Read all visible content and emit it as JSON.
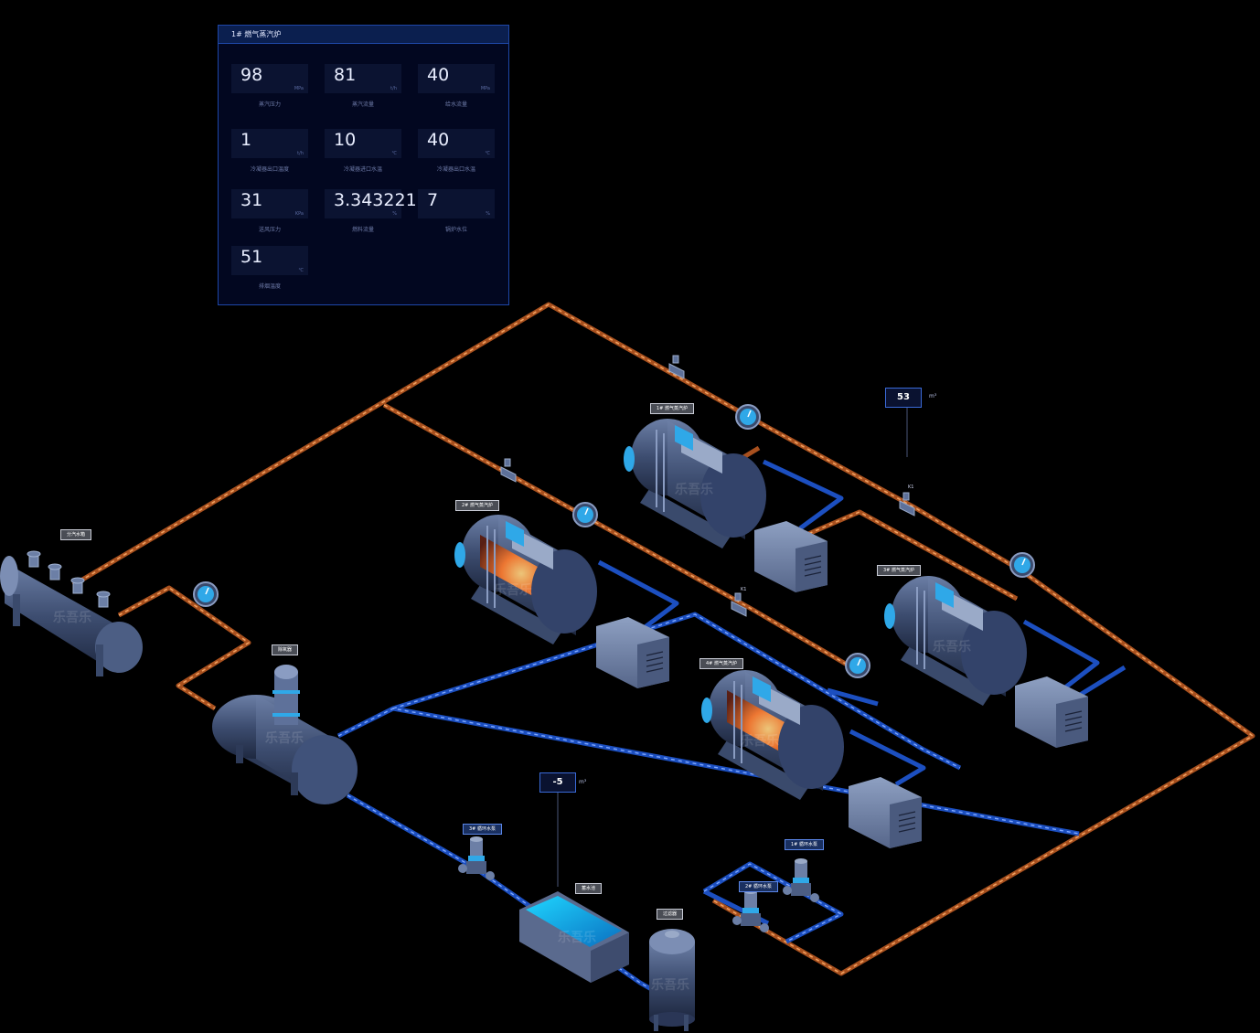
{
  "panel": {
    "title": "1# 燃气蒸汽炉",
    "metrics": [
      {
        "value": "98",
        "unit": "MPa",
        "label": "蒸汽压力"
      },
      {
        "value": "81",
        "unit": "t/h",
        "label": "蒸汽流量"
      },
      {
        "value": "40",
        "unit": "MPa",
        "label": "给水流量"
      },
      {
        "value": "1",
        "unit": "t/h",
        "label": "冷凝器出口温度"
      },
      {
        "value": "10",
        "unit": "℃",
        "label": "冷凝器进口水温"
      },
      {
        "value": "40",
        "unit": "℃",
        "label": "冷凝器出口水温"
      },
      {
        "value": "31",
        "unit": "KPa",
        "label": "送风压力"
      },
      {
        "value": "3.343221",
        "unit": "%",
        "label": "燃料流量"
      },
      {
        "value": "7",
        "unit": "%",
        "label": "锅炉水位"
      },
      {
        "value": "51",
        "unit": "℃",
        "label": "排烟温度"
      }
    ]
  },
  "readouts": [
    {
      "value": "53",
      "unit": "m³"
    },
    {
      "value": "-5",
      "unit": "m³"
    }
  ],
  "tags": {
    "boiler1": "1# 燃气蒸汽炉",
    "boiler2": "2# 燃气蒸汽炉",
    "boiler3": "3# 燃气蒸汽炉",
    "boiler4": "4# 燃气蒸汽炉",
    "header": "分汽水箱",
    "deaerator": "除氧器",
    "tank": "蓄水池",
    "filter": "过滤器",
    "pump1": "1# 循环水泵",
    "pump2": "2# 循环水泵",
    "pump3": "3# 循环水泵",
    "valve_k1a": "K1",
    "valve_k1b": "K1"
  },
  "watermark": "乐吾乐",
  "colors": {
    "steam_pipe": "#c8642a",
    "water_pipe": "#1e54c8",
    "equipment": "#3a4a6c",
    "accent": "#2fa8e8"
  }
}
